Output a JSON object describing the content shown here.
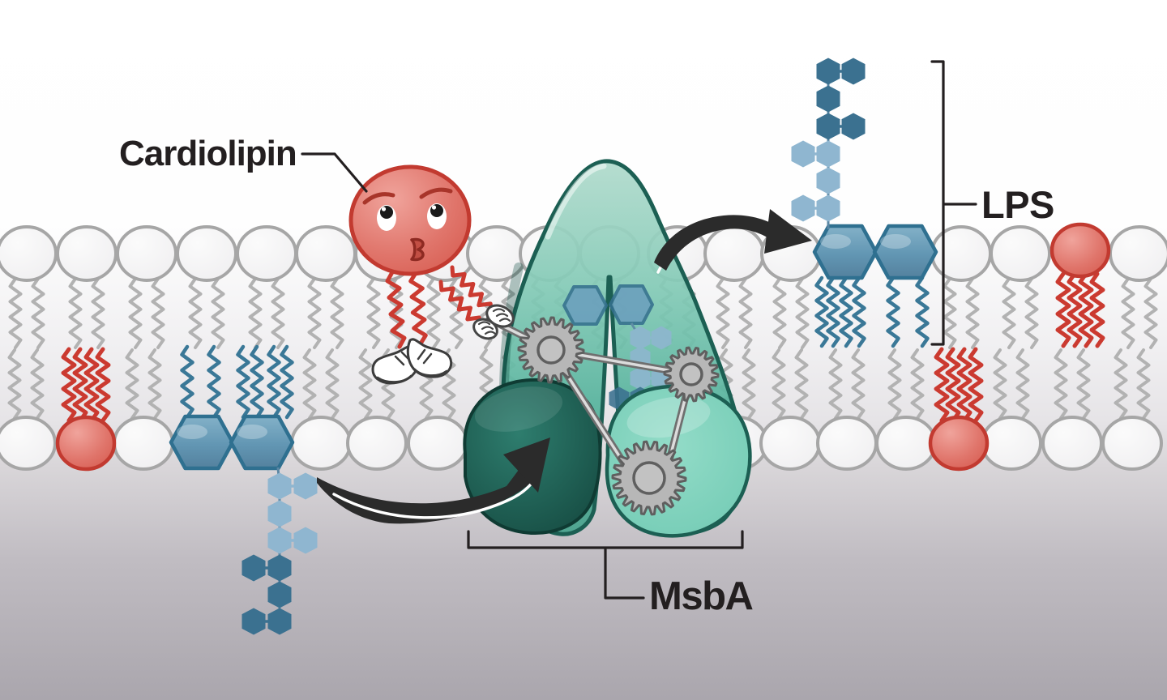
{
  "labels": {
    "cardiolipin": "Cardiolipin",
    "lps": "LPS",
    "msba": "MsbA"
  },
  "colors": {
    "background_top": "#ffffff",
    "background_bottom": "#aaa6ad",
    "membrane_head_fill": "#f4f3f4",
    "membrane_head_outline": "#a6a6a6",
    "membrane_tail": "#b2b2b2",
    "cardiolipin_red": "#e0756b",
    "cardiolipin_outline": "#c23a30",
    "cardiolipin_tail": "#cb3a30",
    "lps_hex_fill": "#6699b5",
    "lps_hex_outline": "#2f7090",
    "lps_tail": "#3a7897",
    "sugar_light": "#8fb6d0",
    "sugar_dark": "#3b7190",
    "sugar_link": "#5b87a4",
    "msba_teal": "#54b09a",
    "msba_outline": "#1c5f53",
    "msba_dark_lobe": "#1e6055",
    "msba_light_lobe": "#7fd3bd",
    "gear_fill": "#b7b7b7",
    "gear_outline": "#5f5f5f",
    "rod_dark": "#6f6f6f",
    "rod_light": "#dcdcdc",
    "arrow_black": "#2b2b2b",
    "label_color": "#231f20",
    "shoe_white": "#ffffff",
    "shoe_outline": "#3c3c3c",
    "eye_white": "#ffffff",
    "pupil_black": "#1a1a1a",
    "brow_red": "#a8352a",
    "mouth_red": "#8e2a22"
  }
}
